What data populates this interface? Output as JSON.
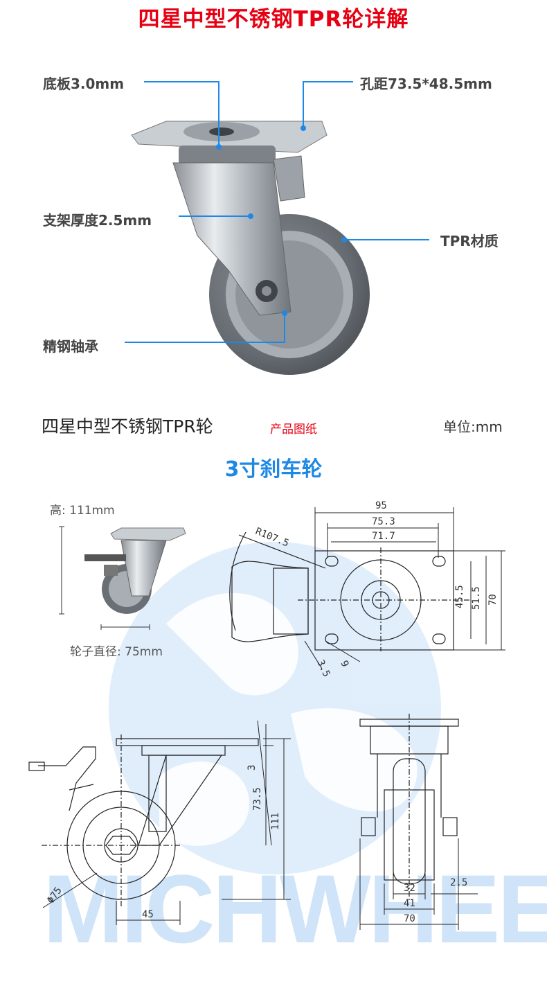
{
  "header": {
    "title": "四星中型不锈钢TPR轮详解"
  },
  "callouts": {
    "base_plate": "底板3.0mm",
    "hole_spacing": "孔距73.5*48.5mm",
    "bracket_thickness": "支架厚度2.5mm",
    "material": "TPR材质",
    "bearing": "精钢轴承"
  },
  "drawing_header": {
    "title": "四星中型不锈钢TPR轮",
    "tag": "产品图纸",
    "unit": "单位:mm"
  },
  "model": {
    "name": "3寸刹车轮"
  },
  "specs": {
    "height": "高: 111mm",
    "wheel_diameter": "轮子直径: 75mm"
  },
  "dimensions": {
    "top_width_95": "95",
    "top_width_75_3": "75.3",
    "top_width_71_7": "71.7",
    "radius": "R107.5",
    "side_45_5": "45.5",
    "side_51_5": "51.5",
    "side_70": "70",
    "slot_3_5": "3.5",
    "slot_9": "9",
    "plate_3": "3",
    "offset_73_5": "73.5",
    "height_111": "111",
    "diameter_75": "Φ75",
    "offset_45": "45",
    "front_32": "32",
    "front_2_5": "2.5",
    "front_41": "41",
    "front_70": "70"
  },
  "watermark": {
    "text": "MICHWHEEL"
  },
  "colors": {
    "title_red": "#e60012",
    "accent_blue": "#1e88e5",
    "watermark_blue": "#a9cff5"
  }
}
